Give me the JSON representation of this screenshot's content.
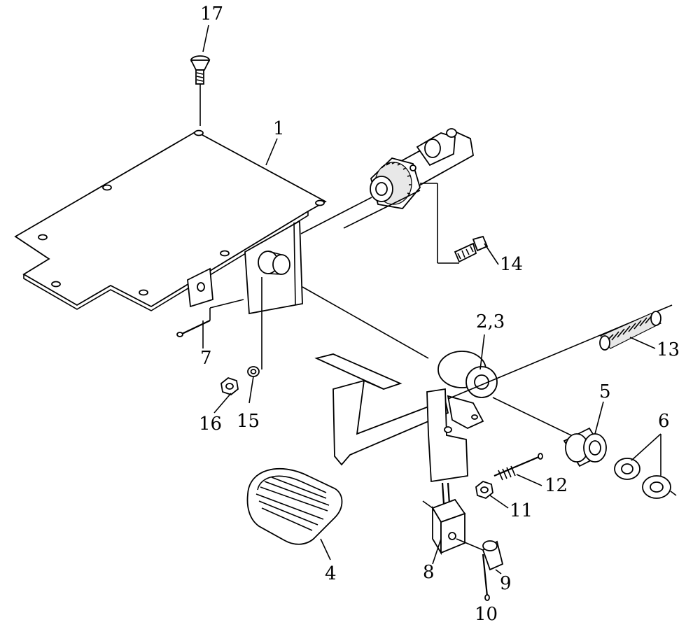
{
  "diagram": {
    "type": "exploded-parts-drawing",
    "callouts": {
      "p1": "1",
      "p23": "2,3",
      "p4": "4",
      "p5": "5",
      "p6": "6",
      "p7": "7",
      "p8": "8",
      "p9": "9",
      "p10": "10",
      "p11": "11",
      "p12": "12",
      "p13": "13",
      "p14": "14",
      "p15": "15",
      "p16": "16",
      "p17": "17"
    }
  }
}
